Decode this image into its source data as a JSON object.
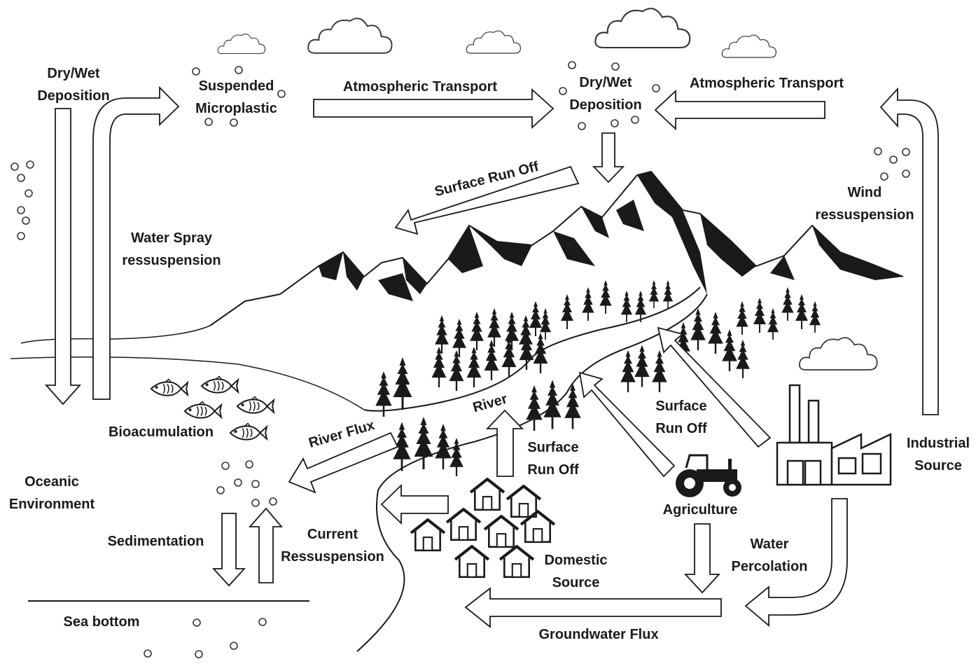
{
  "labels": {
    "dry_wet_deposition_left": [
      "Dry/Wet",
      "Deposition"
    ],
    "suspended_microplastic": [
      "Suspended",
      "Microplastic"
    ],
    "atmospheric_transport_left": "Atmospheric Transport",
    "dry_wet_deposition_center": [
      "Dry/Wet",
      "Deposition"
    ],
    "atmospheric_transport_right": "Atmospheric Transport",
    "surface_run_off_mountain": "Surface Run Off",
    "wind_ressuspension": [
      "Wind",
      "ressuspension"
    ],
    "water_spray_ressuspension": [
      "Water Spray",
      "ressuspension"
    ],
    "bioacumulation": "Bioacumulation",
    "river_flux": "River Flux",
    "river": "River",
    "surface_run_off_domestic": [
      "Surface",
      "Run Off"
    ],
    "surface_run_off_agriculture": [
      "Surface",
      "Run Off"
    ],
    "industrial_source": [
      "Industrial",
      "Source"
    ],
    "oceanic_environment": [
      "Oceanic",
      "Environment"
    ],
    "agriculture": "Agriculture",
    "water_percolation": [
      "Water",
      "Percolation"
    ],
    "sedimentation": "Sedimentation",
    "current_ressuspension": [
      "Current",
      "Ressuspension"
    ],
    "domestic_source": [
      "Domestic",
      "Source"
    ],
    "sea_bottom": "Sea bottom",
    "groundwater_flux": "Groundwater Flux"
  },
  "icons": [
    "cloud-icon",
    "mountain-icon",
    "tree-icon",
    "fish-icon",
    "house-icon",
    "tractor-icon",
    "factory-icon",
    "microplastic-particle-icon"
  ],
  "colors": {
    "ink": "#1a1a1a",
    "fill": "#ffffff"
  }
}
